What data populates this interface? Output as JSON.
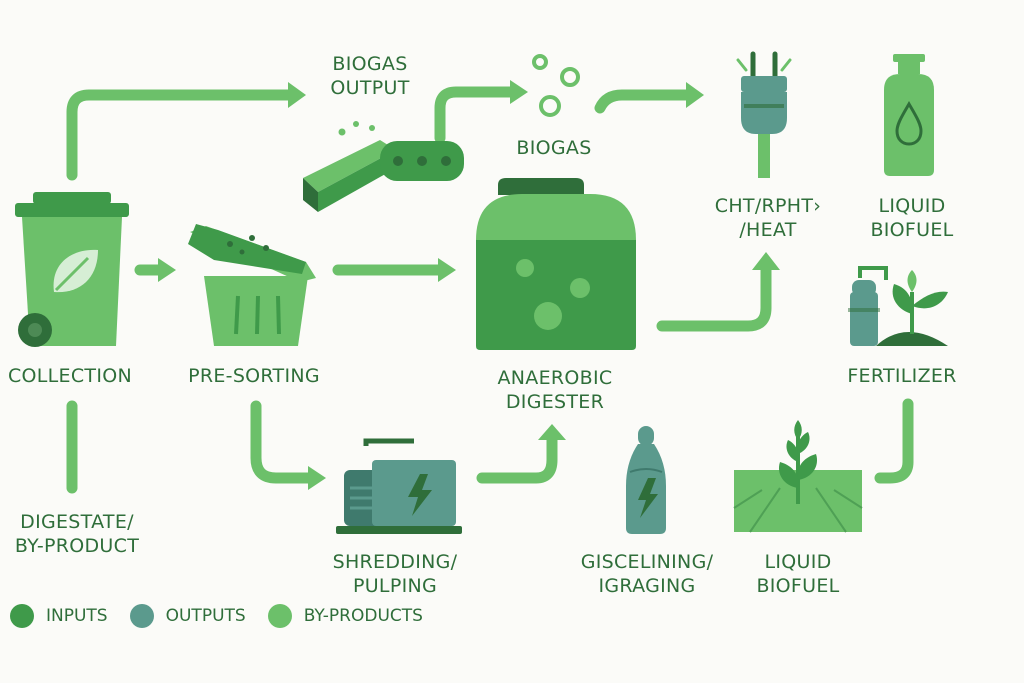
{
  "labels": {
    "biogas_output": [
      "BIOGAS",
      "OUTPUT"
    ],
    "biogas": [
      "BIOGAS"
    ],
    "chp_heat": [
      "CHT/RPHT›",
      "/HEAT"
    ],
    "liquid_biofuel_top": [
      "LIQUID",
      "BIOFUEL"
    ],
    "collection": [
      "COLLECTION"
    ],
    "pre_sorting": [
      "PRE-SORTING"
    ],
    "anaerobic_digester": [
      "ANAEROBIC",
      "DIGESTER"
    ],
    "fertilizer": [
      "FERTILIZER"
    ],
    "digestate": [
      "DIGESTATE/",
      "BY-PRODUCT"
    ],
    "shredding": [
      "SHREDDING/",
      "PULPING"
    ],
    "giscelining": [
      "GISCELINING/",
      "IGRAGING"
    ],
    "liquid_biofuel_bottom": [
      "LIQUID",
      "BIOFUEL"
    ]
  },
  "legend": [
    {
      "label": "INPUTS",
      "color": "#3f9a4a"
    },
    {
      "label": "OUTPUTS",
      "color": "#5b9a8d"
    },
    {
      "label": "BY-PRODUCTS",
      "color": "#6cc06a"
    }
  ],
  "colors": {
    "primary_green": "#3f9a4a",
    "light_green": "#6cc06a",
    "dark_green": "#2f6e3a",
    "teal": "#5b9a8d",
    "background": "#fbfbf8"
  },
  "icons": [
    "recycle-bin-icon",
    "sorting-bin-icon",
    "conveyor-icon",
    "bubbles-icon",
    "digester-tank-icon",
    "power-plug-icon",
    "biofuel-bottle-icon",
    "fertilizer-plant-icon",
    "shredder-machine-icon",
    "vial-icon",
    "field-sprout-icon",
    "leaf-icon",
    "lightning-icon",
    "droplet-icon"
  ]
}
